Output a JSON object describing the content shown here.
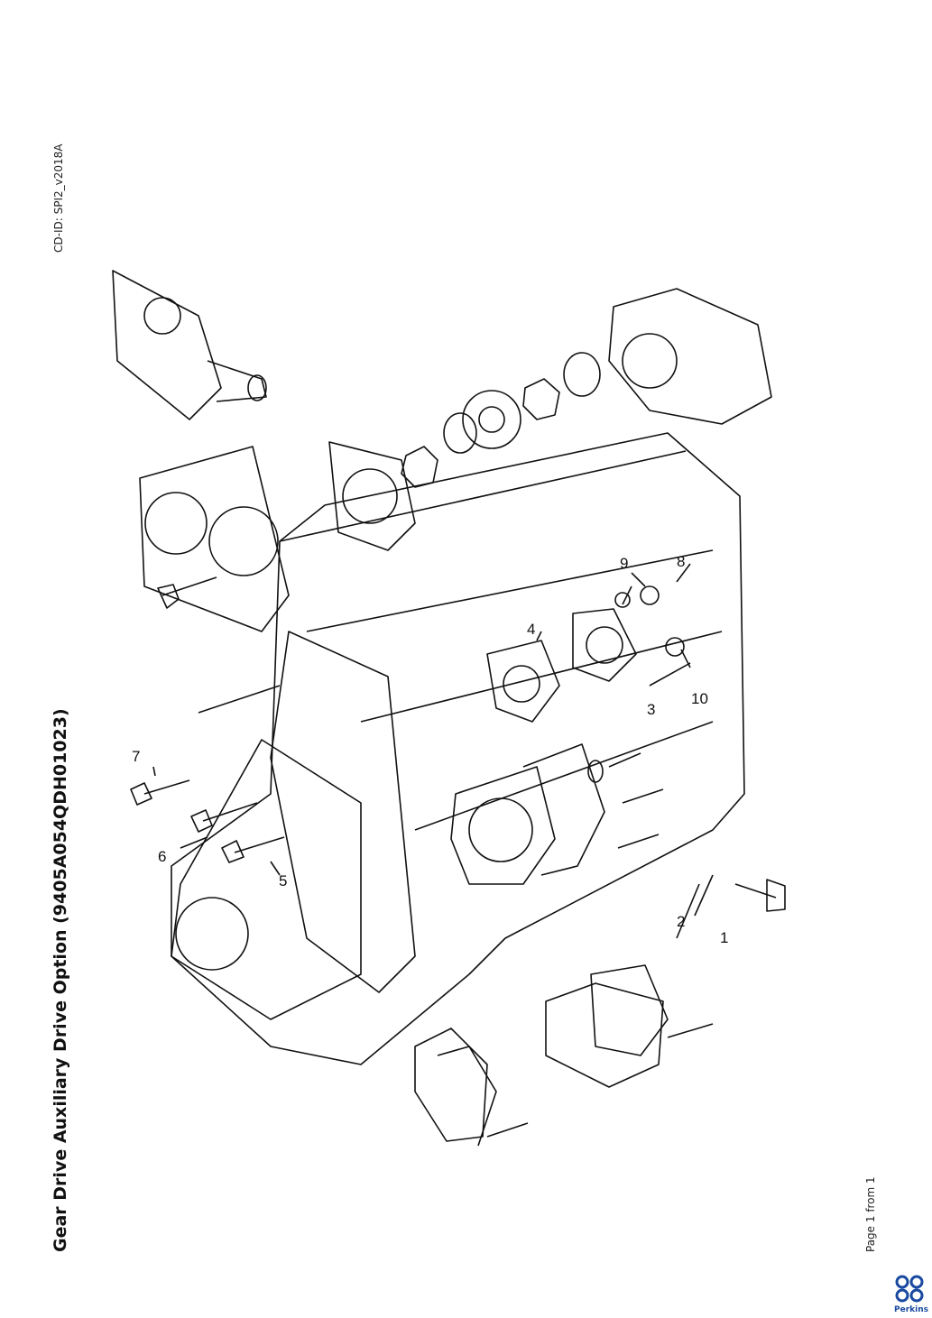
{
  "header": {
    "title": "Gear Drive Auxiliary Drive Option (9405A054QDH01023)",
    "cd_id": "CD-ID: SPI2_v2018A"
  },
  "footer": {
    "page_info": "Page 1 from 1"
  },
  "brand": {
    "name": "Perkins",
    "color": "#1a4aa0"
  },
  "diagram": {
    "callouts": [
      "1",
      "2",
      "3",
      "4",
      "5",
      "6",
      "7",
      "8",
      "9",
      "10"
    ]
  }
}
